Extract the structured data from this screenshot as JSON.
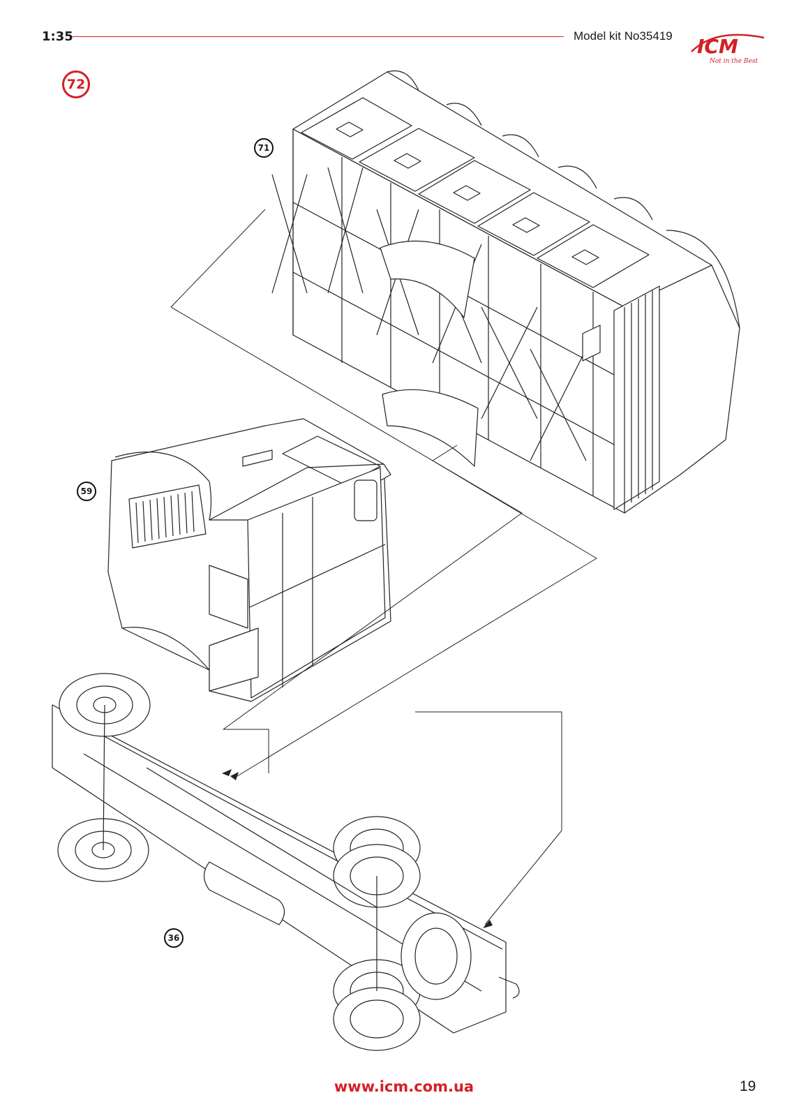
{
  "header": {
    "scale": "1:35",
    "kit": "Model kit No35419",
    "logo_text": "ICM",
    "logo_tagline": "Not in the Best"
  },
  "step": {
    "number": "72"
  },
  "references": [
    {
      "id": "ref-71",
      "label": "71"
    },
    {
      "id": "ref-59",
      "label": "59"
    },
    {
      "id": "ref-36",
      "label": "36"
    }
  ],
  "footer": {
    "url": "www.icm.com.ua",
    "page": "19"
  },
  "colors": {
    "accent": "#d41f26",
    "ink": "#1a1a1a"
  },
  "icons": [
    "icm-logo-icon",
    "body-frame-drawing",
    "cab-drawing",
    "chassis-drawing"
  ]
}
